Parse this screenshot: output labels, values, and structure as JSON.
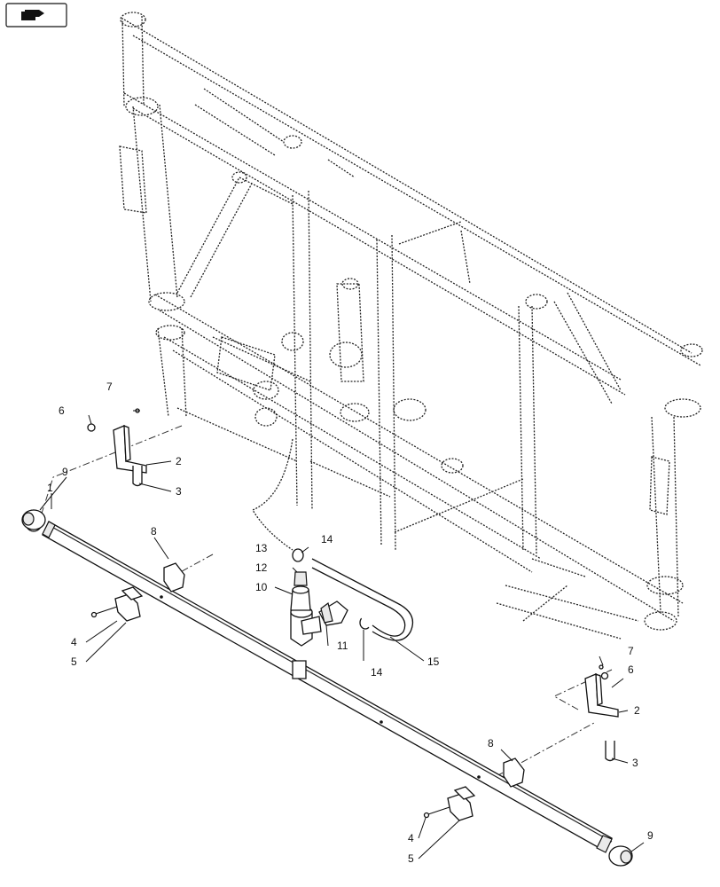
{
  "nav_icon": "hand-pointing-icon",
  "callouts": [
    {
      "id": "c1",
      "text": "1"
    },
    {
      "id": "c2a",
      "text": "2"
    },
    {
      "id": "c2b",
      "text": "2"
    },
    {
      "id": "c3a",
      "text": "3"
    },
    {
      "id": "c3b",
      "text": "3"
    },
    {
      "id": "c4a",
      "text": "4"
    },
    {
      "id": "c4b",
      "text": "4"
    },
    {
      "id": "c5a",
      "text": "5"
    },
    {
      "id": "c5b",
      "text": "5"
    },
    {
      "id": "c6a",
      "text": "6"
    },
    {
      "id": "c6b",
      "text": "6"
    },
    {
      "id": "c7a",
      "text": "7"
    },
    {
      "id": "c7b",
      "text": "7"
    },
    {
      "id": "c8a",
      "text": "8"
    },
    {
      "id": "c8b",
      "text": "8"
    },
    {
      "id": "c9a",
      "text": "9"
    },
    {
      "id": "c9b",
      "text": "9"
    },
    {
      "id": "c10",
      "text": "10"
    },
    {
      "id": "c11",
      "text": "11"
    },
    {
      "id": "c12",
      "text": "12"
    },
    {
      "id": "c13",
      "text": "13"
    },
    {
      "id": "c14a",
      "text": "14"
    },
    {
      "id": "c14b",
      "text": "14"
    },
    {
      "id": "c15",
      "text": "15"
    }
  ]
}
